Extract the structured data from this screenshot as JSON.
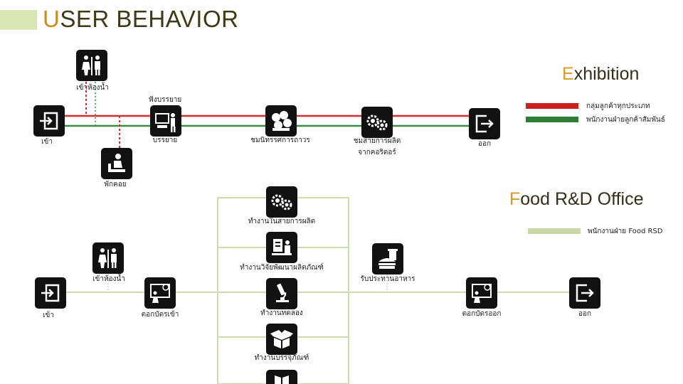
{
  "title": {
    "first_letter": "U",
    "rest": "SER BEHAVIOR"
  },
  "exhibition": {
    "heading": {
      "first_letter": "E",
      "rest": "xhibition"
    },
    "legend": [
      {
        "label": "กลุ่มลูกค้าทุกประเภท",
        "color": "#cc1f1f"
      },
      {
        "label": "พนักงานฝ่ายลูกค้าสัมพันธ์",
        "color": "#2e7d32"
      }
    ],
    "nodes": {
      "enter": "เข้า",
      "restroom": "เข้าห้องน้ำ",
      "lecture_top": "ฟังบรรยาย",
      "lecture_bottom": "บรรยาย",
      "waiting": "พักคอย",
      "permanent": "ชมนิทรรศการถาวร",
      "production_line1": "ชมสายการผลิต",
      "production_line2": "จากคอริดอร์",
      "exit": "ออก"
    }
  },
  "food": {
    "heading": {
      "first_letter": "F",
      "rest": "ood R&D Office"
    },
    "legend": [
      {
        "label": "พนักงานฝ่าย Food RSD",
        "color": "#c9d8a4"
      }
    ],
    "nodes": {
      "enter": "เข้า",
      "restroom": "เข้าห้องน้ำ",
      "clock_in": "ตอกบัตรเข้า",
      "work_production": "ทำงานในสายการผลิต",
      "work_rnd": "ทำงานวิจัยพัฒนาผลิตภัณฑ์",
      "work_lab": "ทำงานทดลอง",
      "work_packaging": "ทำงานบรรจุภัณฑ์",
      "meal": "รับประทานอาหาร",
      "clock_out": "ตอกบัตรออก",
      "exit": "ออก"
    }
  }
}
